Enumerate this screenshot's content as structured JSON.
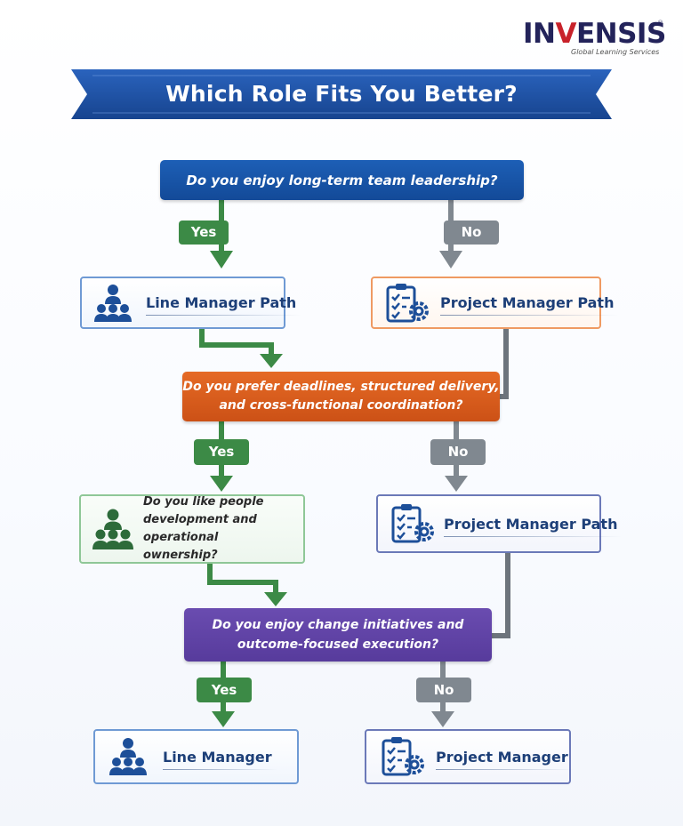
{
  "brand": {
    "name_part1": "IN",
    "name_highlight": "V",
    "name_part2": "ENSIS",
    "registered_mark": "®",
    "tagline": "Global Learning Services"
  },
  "title": "Which Role Fits You Better?",
  "flow": {
    "q1": {
      "text": "Do you enjoy long-term team leadership?",
      "yes_label": "Yes",
      "no_label": "No"
    },
    "yes_path_1": {
      "label": "Line Manager Path",
      "icon": "team-hierarchy-icon"
    },
    "no_path_1": {
      "label": "Project Manager Path",
      "icon": "checklist-gear-icon"
    },
    "q2": {
      "line1": "Do you prefer deadlines, structured delivery,",
      "line2": "and cross-functional coordination?",
      "yes_label": "Yes",
      "no_label": "No"
    },
    "q3": {
      "line1": "Do you like people",
      "line2": "development and operational",
      "line3": "ownership?",
      "icon": "team-hierarchy-icon"
    },
    "no_path_2": {
      "label": "Project Manager Path",
      "icon": "checklist-gear-icon"
    },
    "q4": {
      "line1": "Do you enjoy change initiatives and",
      "line2": "outcome-focused execution?",
      "yes_label": "Yes",
      "no_label": "No"
    },
    "result_yes": {
      "label": "Line Manager",
      "icon": "team-hierarchy-icon"
    },
    "result_no": {
      "label": "Project Manager",
      "icon": "checklist-gear-icon"
    }
  },
  "colors": {
    "q1": "#1d5fb6",
    "q2": "#e56a25",
    "q4": "#6a4cb0",
    "yes": "#3c8a46",
    "no": "#808890",
    "ribbon": "#1c4fa3",
    "text_navy": "#1d3f78"
  }
}
